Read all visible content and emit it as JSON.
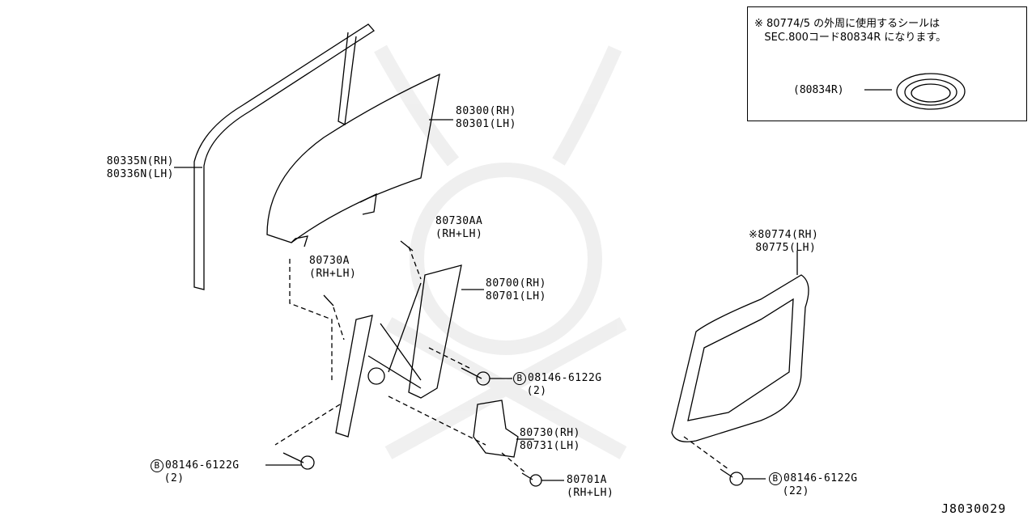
{
  "note_box": {
    "line1": "※ 80774/5 の外周に使用するシールは",
    "line2": "SEC.800コード80834R になります。",
    "part": "(80834R)"
  },
  "callouts": {
    "run_channel": [
      "80335N(RH)",
      "80336N(LH)"
    ],
    "glass": [
      "80300(RH)",
      "80301(LH)"
    ],
    "bolt_upper": [
      "80730AA",
      "(RH+LH)"
    ],
    "bolt_left": [
      "80730A",
      "(RH+LH)"
    ],
    "regulator": [
      "80700(RH)",
      "80701(LH)"
    ],
    "bolt_regulator": [
      "08146-6122G",
      "(2)"
    ],
    "motor": [
      "80730(RH)",
      "80731(LH)"
    ],
    "bolt_lower_left": [
      "08146-6122G",
      "(2)"
    ],
    "bolt_motor": [
      "80701A",
      "(RH+LH)"
    ],
    "panel": [
      "※80774(RH)",
      "80775(LH)"
    ],
    "bolt_panel": [
      "08146-6122G",
      "(22)"
    ]
  },
  "b_symbol": "B",
  "diagram_id": "J8030029"
}
